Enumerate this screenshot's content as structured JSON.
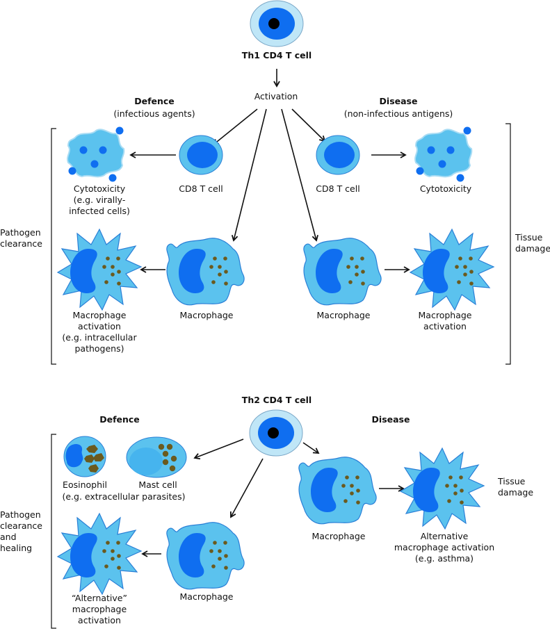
{
  "colors": {
    "membrane_light": "#bfe6f7",
    "cell_body": "#5bc2ee",
    "nucleus": "#0f6ef0",
    "nucleus_pale": "#46b4ee",
    "granule": "#6b5a1e",
    "core": "#000000",
    "stroke": "#2a7fd6",
    "arrow": "#111111"
  },
  "th1": {
    "title": "Th1 CD4 T cell",
    "activation": "Activation",
    "defence": {
      "heading": "Defence",
      "sub": "(infectious agents)"
    },
    "disease": {
      "heading": "Disease",
      "sub": "(non-infectious antigens)"
    },
    "left_bracket_label": [
      "Pathogen",
      "clearance"
    ],
    "right_bracket_label": [
      "Tissue",
      "damage"
    ],
    "cells": {
      "cd8_left": "CD8 T cell",
      "cd8_right": "CD8 T cell",
      "cytotox_left": [
        "Cytotoxicity",
        "(e.g. virally-",
        "infected cells)"
      ],
      "cytotox_right": [
        "Cytotoxicity"
      ],
      "macrophage_left": "Macrophage",
      "macrophage_right": "Macrophage",
      "mact_left": [
        "Macrophage",
        "activation",
        "(e.g. intracellular",
        "pathogens)"
      ],
      "mact_right": [
        "Macrophage",
        "activation"
      ]
    }
  },
  "th2": {
    "title": "Th2 CD4 T cell",
    "defence": {
      "heading": "Defence"
    },
    "disease": {
      "heading": "Disease"
    },
    "left_bracket_label": [
      "Pathogen",
      "clearance",
      "and",
      "healing"
    ],
    "right_label": [
      "Tissue",
      "damage"
    ],
    "cells": {
      "eosinophil": "Eosinophil",
      "mast_cell": "Mast cell",
      "granulocyte_example": "(e.g. extracellular parasites)",
      "macrophage_left": "Macrophage",
      "macrophage_right": "Macrophage",
      "alt_left": [
        "“Alternative”",
        "macrophage",
        "activation"
      ],
      "alt_right": [
        "Alternative",
        "macrophage activation",
        "(e.g. asthma)"
      ]
    }
  }
}
